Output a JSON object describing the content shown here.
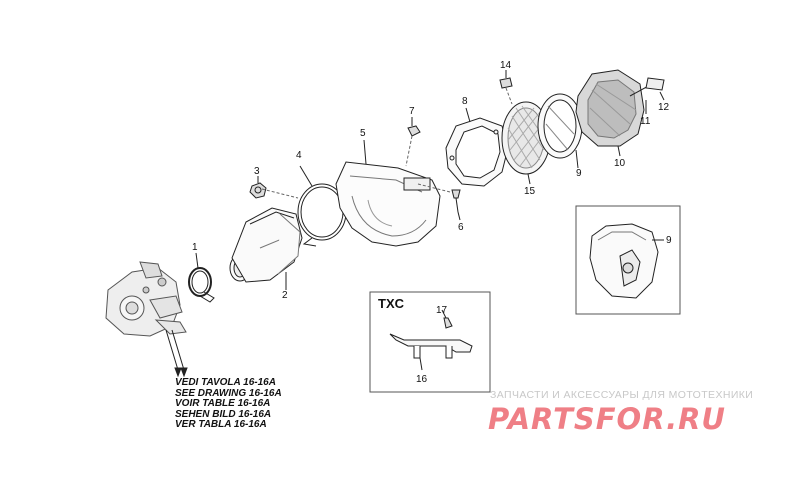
{
  "callouts": {
    "c1": "1",
    "c2": "2",
    "c3": "3",
    "c4": "4",
    "c5": "5",
    "c6": "6",
    "c7": "7",
    "c8": "8",
    "c9": "9",
    "c10": "10",
    "c11": "11",
    "c12": "12",
    "c14": "14",
    "c15": "15",
    "c9b": "9",
    "c16": "16",
    "c17": "17"
  },
  "inset_txc": {
    "title": "TXC"
  },
  "reference_note": [
    "VEDI TAVOLA 16-16A",
    "SEE DRAWING 16-16A",
    "VOIR TABLE 16-16A",
    "SEHEN BILD 16-16A",
    "VER TABLA 16-16A"
  ],
  "watermark": {
    "tagline": "ЗАПЧАСТИ И АКСЕССУАРЫ ДЛЯ МОТОТЕХНИКИ",
    "logo": "PARTSFOR.RU",
    "color": "#ef7f86"
  }
}
